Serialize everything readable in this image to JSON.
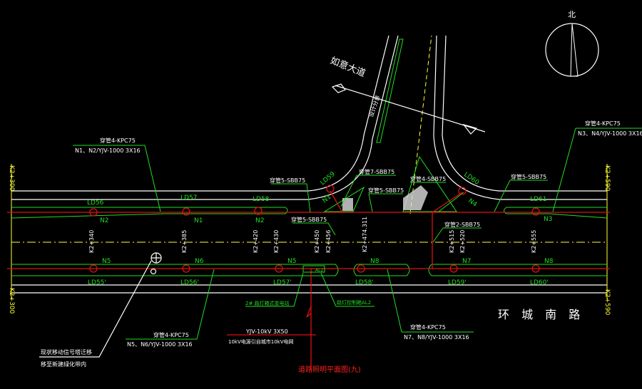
{
  "drawing": {
    "road_main": "环 城 南 路",
    "road_cross": "如意大道",
    "boundary_label": "设计分界",
    "north_label": "北",
    "title": "道路照明平面图(九)"
  },
  "stations": {
    "left_top": "K2+300",
    "left_bottom": "K2+300",
    "right_top": "K2+590",
    "right_bottom": "K2+590",
    "marks": [
      "K2+340",
      "K2+385",
      "K2+420",
      "K2+430",
      "K2+450",
      "K2+456",
      "K2+474.311",
      "K2+515",
      "K2+520",
      "K2+555"
    ]
  },
  "lamps_top": [
    {
      "id": "LD56",
      "circuit": "N2"
    },
    {
      "id": "LD57",
      "circuit": "N1"
    },
    {
      "id": "LD58",
      "circuit": "N2"
    },
    {
      "id": "LD59",
      "circuit": "N1"
    },
    {
      "id": "LD60",
      "circuit": "N4"
    },
    {
      "id": "LD61",
      "circuit": "N3"
    }
  ],
  "lamps_bottom": [
    {
      "id": "LD55'",
      "circuit": "N5"
    },
    {
      "id": "LD56'",
      "circuit": "N6"
    },
    {
      "id": "LD57'",
      "circuit": "N5"
    },
    {
      "id": "LD58'",
      "circuit": "N8"
    },
    {
      "id": "LD59'",
      "circuit": "N7"
    },
    {
      "id": "LD60'",
      "circuit": "N8"
    }
  ],
  "callouts": {
    "top_left_conduit": "穿管4-KPC75",
    "top_left_cable": "N1、N2/YJV-1000 3X16",
    "top_right_conduit": "穿管4-KPC75",
    "top_right_cable": "N3、N4/YJV-1000 3X16",
    "sbb_left": "穿管5-SBB75",
    "sbb_left_lower": "穿管5-SBB75",
    "sbb_7": "穿管7-SBB75",
    "sbb_5_mid": "穿管5-SBB75",
    "sbb_4": "穿管4-SBB75",
    "sbb_5_right": "穿管5-SBB75",
    "sbb_2": "穿管2-SBB75",
    "bottom_left_conduit": "穿管4-KPC75",
    "bottom_left_cable": "N5、N6/YJV-1000 3X16",
    "bottom_right_conduit": "穿管4-KPC75",
    "bottom_right_cable": "N7、N8/YJV-1000 3X16",
    "substation": "2# 路灯箱式变电站",
    "control_box": "路灯控制箱AL2",
    "box_tag": "AL2",
    "hv_cable": "YJV-10kV 3X50",
    "hv_source": "10kV电源引自城市10kV电网",
    "tower_note_1": "现状移动信号塔迁移",
    "tower_note_2": "移至新建绿化带内"
  },
  "colors": {
    "road": "#ffffff",
    "green": "#22dd22",
    "cable": "#e01010",
    "axis": "#ffff33"
  }
}
